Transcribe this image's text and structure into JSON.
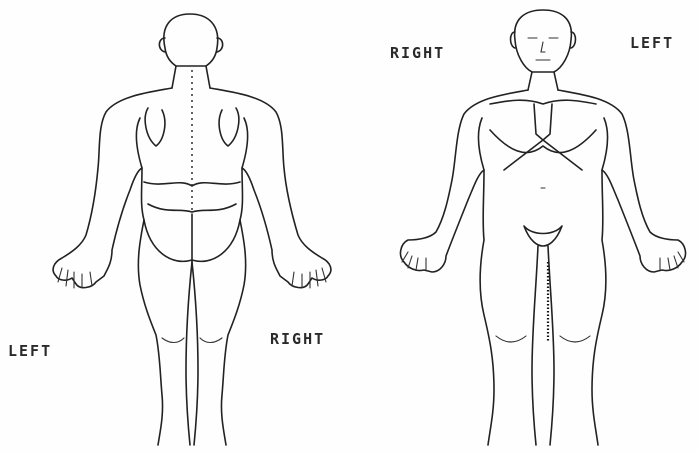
{
  "back_view": {
    "left_label": "LEFT",
    "right_label": "RIGHT"
  },
  "front_view": {
    "right_label": "RIGHT",
    "left_label": "LEFT"
  },
  "colors": {
    "ink": "#222222",
    "paper": "#fefefe"
  }
}
